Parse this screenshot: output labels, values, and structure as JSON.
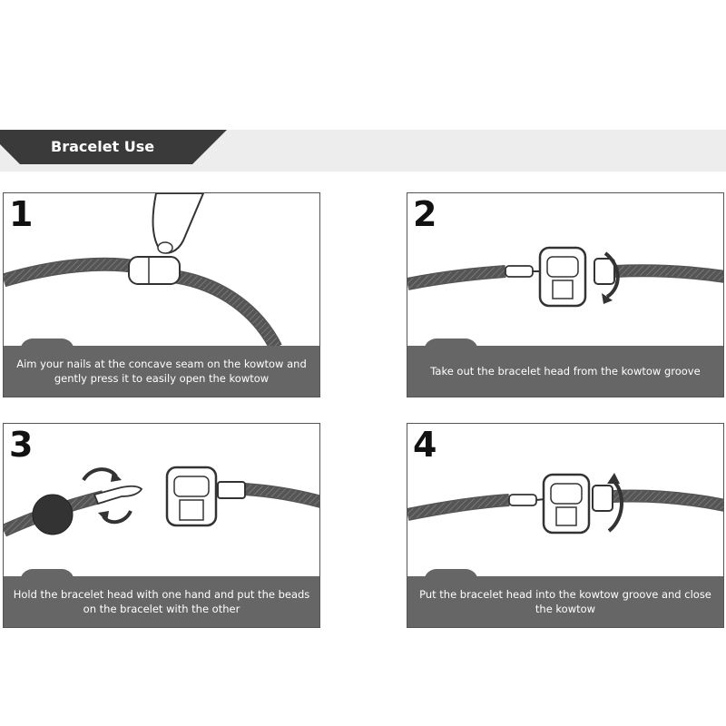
{
  "banner": {
    "title": "Bracelet Use"
  },
  "steps": [
    {
      "number": "1",
      "caption": "Aim your nails at the concave seam on the kowtow and gently press it to easily open the kowtow"
    },
    {
      "number": "2",
      "caption": "Take out the bracelet head from the kowtow groove"
    },
    {
      "number": "3",
      "caption": "Hold the bracelet head with one hand and put the beads on the bracelet with the other"
    },
    {
      "number": "4",
      "caption": "Put the bracelet head into the kowtow groove and close the kowtow"
    }
  ],
  "colors": {
    "banner_bar": "#ededed",
    "banner_tab": "#3a3a3a",
    "caption_bg": "#666666",
    "panel_border": "#555555"
  }
}
